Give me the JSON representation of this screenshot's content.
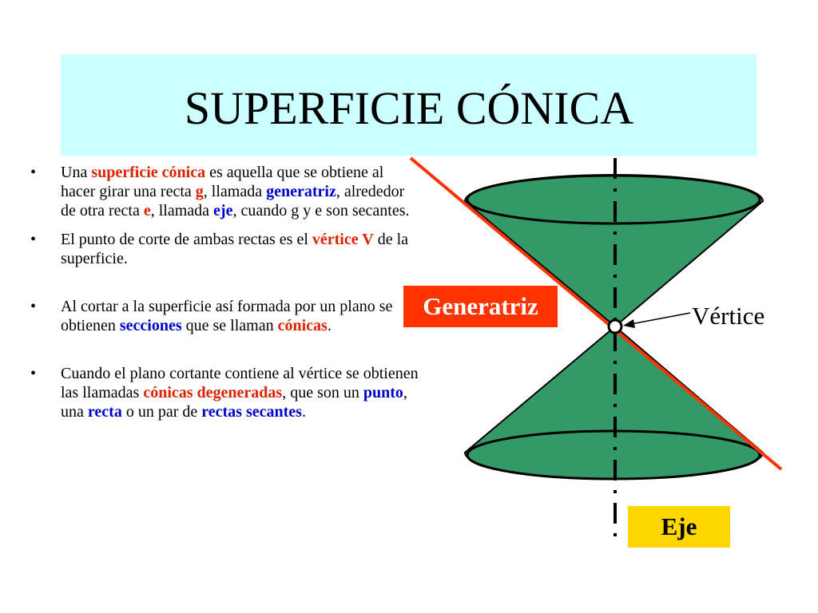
{
  "title": "SUPERFICIE CÓNICA",
  "bullets": [
    {
      "segments": [
        {
          "text": "Una ",
          "style": "plain"
        },
        {
          "text": "superficie cónica",
          "style": "red"
        },
        {
          "text": " es aquella que se obtiene al hacer girar una recta ",
          "style": "plain"
        },
        {
          "text": "g",
          "style": "red"
        },
        {
          "text": ", llamada ",
          "style": "plain"
        },
        {
          "text": "generatriz",
          "style": "blue"
        },
        {
          "text": ", alrededor de otra recta ",
          "style": "plain"
        },
        {
          "text": "e",
          "style": "red"
        },
        {
          "text": ", llamada ",
          "style": "plain"
        },
        {
          "text": "eje",
          "style": "blue"
        },
        {
          "text": ", cuando g y e son secantes.",
          "style": "plain"
        }
      ]
    },
    {
      "segments": [
        {
          "text": "El punto de corte de ambas rectas es el ",
          "style": "plain"
        },
        {
          "text": "vértice V",
          "style": "red"
        },
        {
          "text": " de la superficie.",
          "style": "plain"
        }
      ]
    },
    {
      "segments": [
        {
          "text": "Al cortar a la superficie así formada por un plano se obtienen ",
          "style": "plain"
        },
        {
          "text": "secciones",
          "style": "blue"
        },
        {
          "text": " que se llaman ",
          "style": "plain"
        },
        {
          "text": "cónicas",
          "style": "red"
        },
        {
          "text": ".",
          "style": "plain"
        }
      ]
    },
    {
      "segments": [
        {
          "text": "Cuando el plano cortante contiene al vértice se obtienen las llamadas ",
          "style": "plain"
        },
        {
          "text": "cónicas degeneradas",
          "style": "red"
        },
        {
          "text": ", que son un ",
          "style": "plain"
        },
        {
          "text": "punto",
          "style": "blue"
        },
        {
          "text": ", una ",
          "style": "plain"
        },
        {
          "text": "recta",
          "style": "blue"
        },
        {
          "text": " o un par de ",
          "style": "plain"
        },
        {
          "text": "rectas secantes",
          "style": "blue"
        },
        {
          "text": ".",
          "style": "plain"
        }
      ]
    }
  ],
  "bullet_symbol": "•",
  "figure": {
    "generatriz_label": "Generatriz",
    "vertice_label": "Vértice",
    "eje_label": "Eje"
  },
  "colors": {
    "title_background": "#ccffff",
    "cone_fill": "#339966",
    "generatriz_line": "#ff3300",
    "emphasis_red": "#dd2200",
    "emphasis_blue": "#0000cc",
    "eje_label_background": "#ffd700"
  }
}
